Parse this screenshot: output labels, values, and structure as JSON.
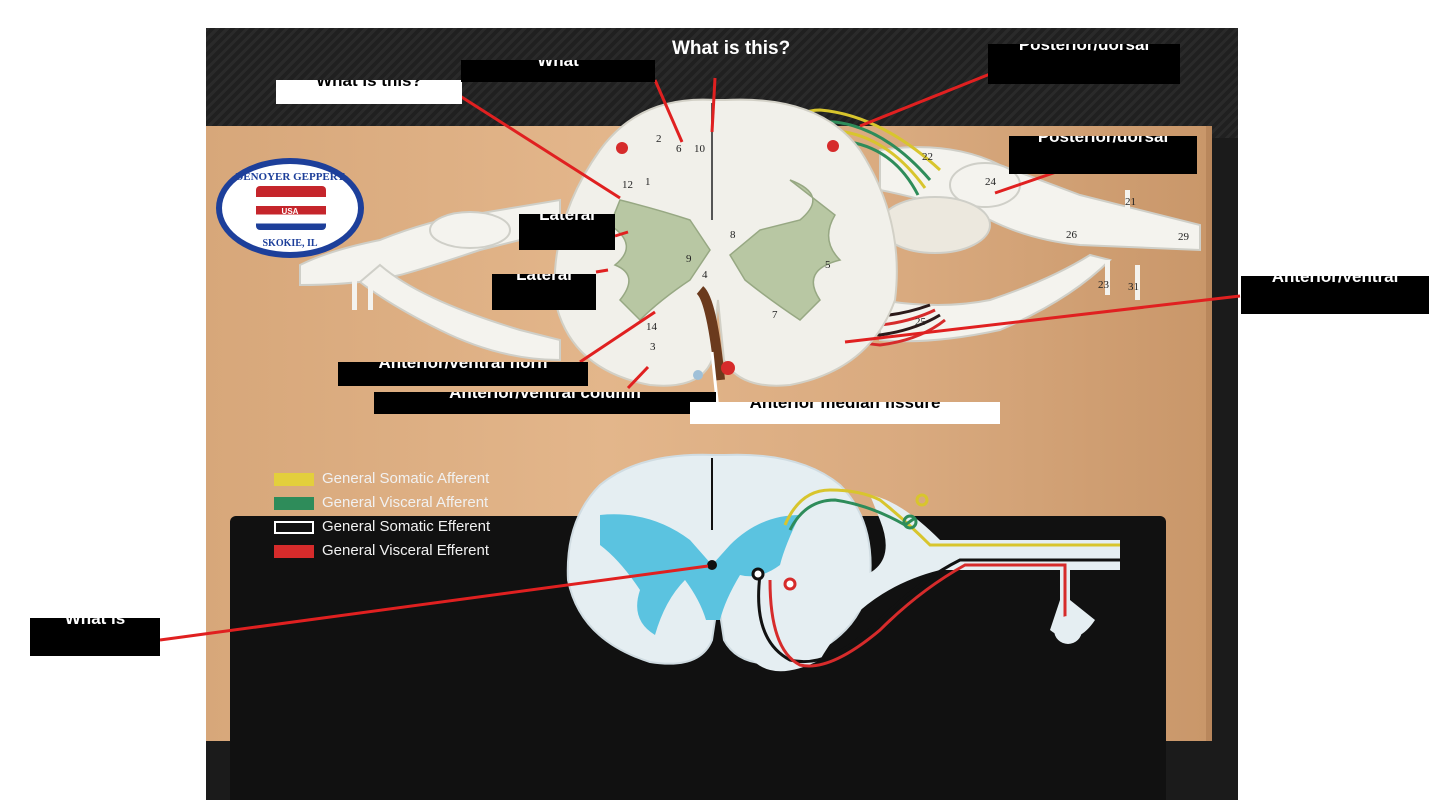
{
  "labels": {
    "top_center_question": "What is this?",
    "top_left_white": "What is this?",
    "top_left_black": "What",
    "top_right_black": "Posterior/dorsal",
    "right_upper_black": "Posterior/dorsal",
    "right_lower_black": "Anterior/ventral",
    "left_lateral_1": "Lateral",
    "left_lateral_2": "Lateral",
    "bottom_horn": "Anterior/ventral horn",
    "bottom_column": "Anterior/ventral column",
    "bottom_fissure": "Anterior median fissure",
    "bottom_left_black": "What is"
  },
  "logo": {
    "text_top": "DENOYER GEPPERT",
    "text_bottom": "SKOKIE, IL",
    "text_center": "USA"
  },
  "legend": [
    {
      "label": "General Somatic Afferent",
      "color": "#e3cf3c"
    },
    {
      "label": "General Visceral Afferent",
      "color": "#2e8c5a"
    },
    {
      "label": "General Somatic Efferent",
      "color": "#ffffff"
    },
    {
      "label": "General Visceral Efferent",
      "color": "#d62b2b"
    }
  ],
  "model_numbers": [
    "12",
    "1",
    "2",
    "6",
    "10",
    "9",
    "8",
    "4",
    "14",
    "3",
    "7",
    "5",
    "22",
    "24",
    "26",
    "29",
    "21",
    "31",
    "23",
    "25"
  ],
  "colors": {
    "arrow": "#e02020",
    "gray_matter": "#b8c7a3",
    "white_matter": "#f1f0ea",
    "diagram_gray": "#5bc3e0"
  }
}
